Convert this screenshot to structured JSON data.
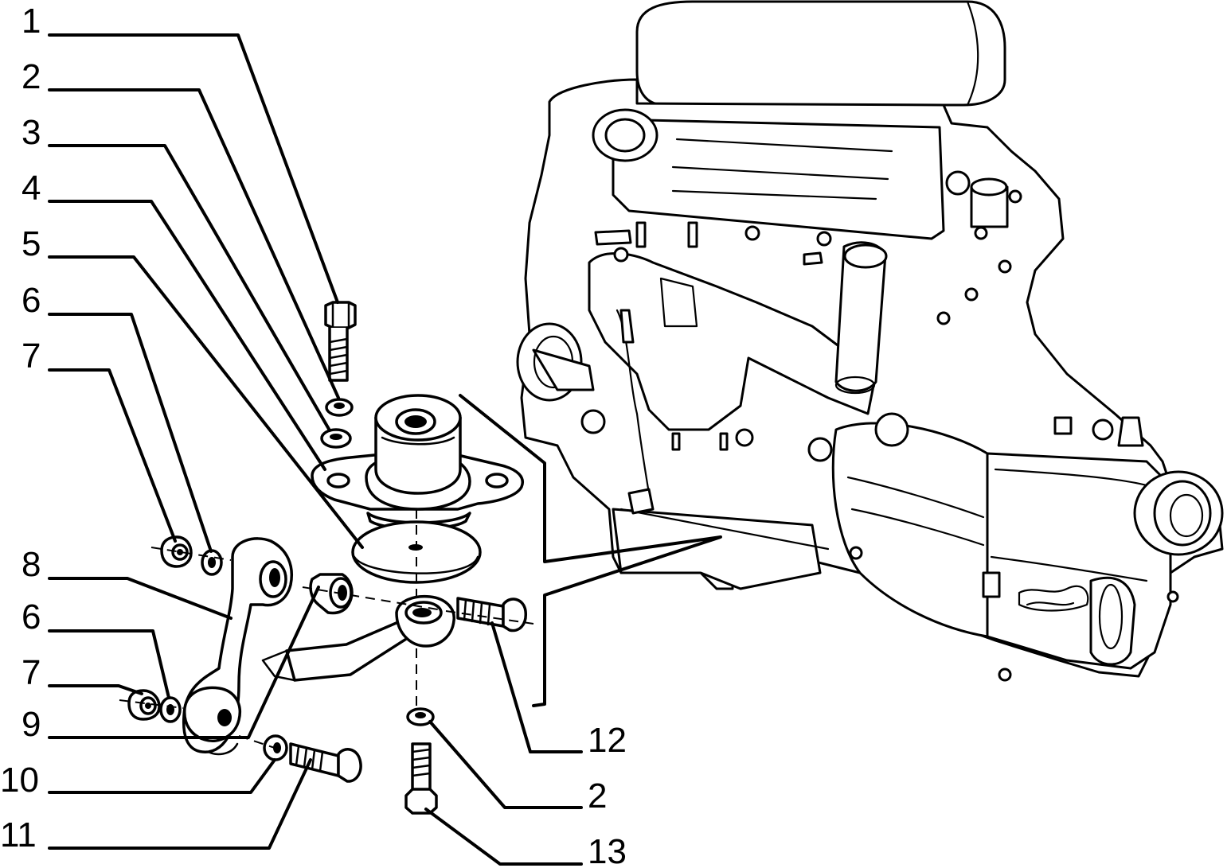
{
  "callouts_left": [
    {
      "id": "c1",
      "label": "1"
    },
    {
      "id": "c2",
      "label": "2"
    },
    {
      "id": "c3",
      "label": "3"
    },
    {
      "id": "c4",
      "label": "4"
    },
    {
      "id": "c5",
      "label": "5"
    },
    {
      "id": "c6",
      "label": "6"
    },
    {
      "id": "c7",
      "label": "7"
    },
    {
      "id": "c8",
      "label": "8"
    },
    {
      "id": "c6b",
      "label": "6"
    },
    {
      "id": "c7b",
      "label": "7"
    },
    {
      "id": "c9",
      "label": "9"
    },
    {
      "id": "c10",
      "label": "10"
    },
    {
      "id": "c11",
      "label": "11"
    }
  ],
  "callouts_right": [
    {
      "id": "c12",
      "label": "12"
    },
    {
      "id": "c2b",
      "label": "2"
    },
    {
      "id": "c13",
      "label": "13"
    }
  ]
}
